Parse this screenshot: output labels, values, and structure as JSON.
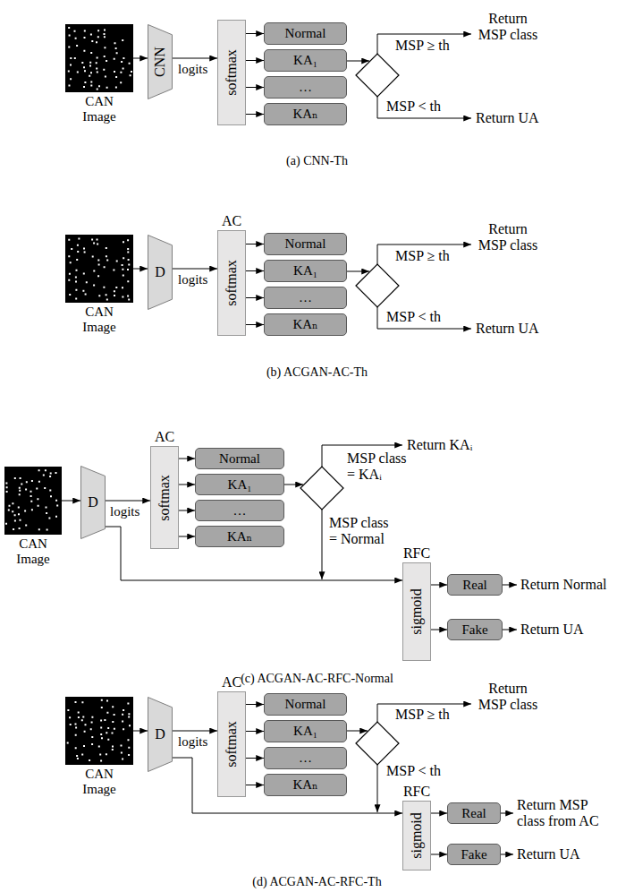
{
  "diagram": {
    "nodes": [
      {
        "text": [
          "CAN Image"
        ]
      },
      {
        "text": [
          "CNN"
        ]
      },
      {
        "text": [
          "softmax"
        ]
      },
      {
        "text": [
          "Normal"
        ]
      },
      {
        "text": [
          "KA₁"
        ]
      },
      {
        "text": [
          "…"
        ]
      },
      {
        "text": [
          "KAₙ"
        ]
      },
      {
        "text": [
          "CAN Image"
        ]
      },
      {
        "text": [
          "D"
        ]
      },
      {
        "text": [
          "AC",
          "softmax"
        ]
      },
      {
        "text": [
          "Normal"
        ]
      },
      {
        "text": [
          "KA₁"
        ]
      },
      {
        "text": [
          "…"
        ]
      },
      {
        "text": [
          "KAₙ"
        ]
      },
      {
        "text": [
          "CAN Image"
        ]
      },
      {
        "text": [
          "D"
        ]
      },
      {
        "text": [
          "AC",
          "softmax"
        ]
      },
      {
        "text": [
          "Normal"
        ]
      },
      {
        "text": [
          "KA₁"
        ]
      },
      {
        "text": [
          "…"
        ]
      },
      {
        "text": [
          "KAₙ"
        ]
      },
      {
        "text": [
          "RFC",
          "sigmoid"
        ]
      },
      {
        "text": [
          "Real"
        ]
      },
      {
        "text": [
          "Fake"
        ]
      },
      {
        "text": [
          "CAN Image"
        ]
      },
      {
        "text": [
          "D"
        ]
      },
      {
        "text": [
          "AC",
          "softmax"
        ]
      },
      {
        "text": [
          "Normal"
        ]
      },
      {
        "text": [
          "KA₁"
        ]
      },
      {
        "text": [
          "…"
        ]
      },
      {
        "text": [
          "KAₙ"
        ]
      },
      {
        "text": [
          "RFC",
          "sigmoid"
        ]
      },
      {
        "text": [
          "Real"
        ]
      },
      {
        "text": [
          "Fake"
        ]
      }
    ],
    "edges": [
      {
        "from": 0,
        "to": 1,
        "arrow": "to"
      },
      {
        "from": 1,
        "to": 2,
        "label": "logits",
        "arrow": "to"
      },
      {
        "from": 2,
        "to": 3,
        "arrow": "to"
      },
      {
        "from": 2,
        "to": 4,
        "arrow": "to"
      },
      {
        "from": 2,
        "to": 5,
        "arrow": "to"
      },
      {
        "from": 2,
        "to": 6,
        "arrow": "to"
      },
      {
        "from": 7,
        "to": 8,
        "arrow": "to"
      },
      {
        "from": 8,
        "to": 9,
        "label": "logits",
        "arrow": "to"
      },
      {
        "from": 9,
        "to": 10,
        "arrow": "to"
      },
      {
        "from": 9,
        "to": 11,
        "arrow": "to"
      },
      {
        "from": 9,
        "to": 12,
        "arrow": "to"
      },
      {
        "from": 9,
        "to": 13,
        "arrow": "to"
      },
      {
        "from": 14,
        "to": 15,
        "arrow": "to"
      },
      {
        "from": 15,
        "to": 16,
        "label": "logits",
        "arrow": "to"
      },
      {
        "from": 16,
        "to": 17,
        "arrow": "to"
      },
      {
        "from": 16,
        "to": 18,
        "arrow": "to"
      },
      {
        "from": 16,
        "to": 19,
        "arrow": "to"
      },
      {
        "from": 16,
        "to": 20,
        "arrow": "to"
      },
      {
        "from": 15,
        "to": 21,
        "arrow": "to"
      },
      {
        "from": 21,
        "to": 22,
        "arrow": "to"
      },
      {
        "from": 21,
        "to": 23,
        "arrow": "to"
      },
      {
        "from": 24,
        "to": 25,
        "arrow": "to"
      },
      {
        "from": 25,
        "to": 26,
        "label": "logits",
        "arrow": "to"
      },
      {
        "from": 26,
        "to": 27,
        "arrow": "to"
      },
      {
        "from": 26,
        "to": 28,
        "arrow": "to"
      },
      {
        "from": 26,
        "to": 29,
        "arrow": "to"
      },
      {
        "from": 26,
        "to": 30,
        "arrow": "to"
      },
      {
        "from": 25,
        "to": 31,
        "arrow": "to"
      },
      {
        "from": 31,
        "to": 32,
        "arrow": "to"
      },
      {
        "from": 31,
        "to": 33,
        "arrow": "to"
      }
    ],
    "labels": [
      "Return MSP class",
      "MSP ≥ th",
      "MSP < th",
      "Return UA",
      "(a) CNN-Th",
      "Return MSP class",
      "MSP ≥ th",
      "MSP < th",
      "Return UA",
      "(b) ACGAN-AC-Th",
      "Return KAᵢ",
      "MSP class = KAᵢ",
      "MSP class = Normal",
      "Return Normal",
      "Return UA",
      "(c) ACGAN-AC-RFC-Normal",
      "Return MSP class",
      "MSP ≥ th",
      "MSP < th",
      "Return MSP class from AC",
      "Return UA",
      "(d) ACGAN-AC-RFC-Th"
    ]
  }
}
